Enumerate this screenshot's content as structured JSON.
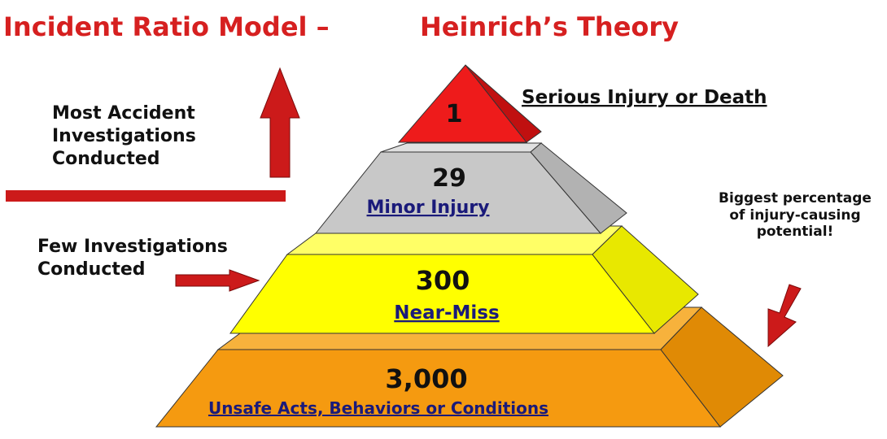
{
  "header": {
    "title_left": "Incident Ratio Model –",
    "title_right": "Heinrich’s Theory"
  },
  "left_notes": {
    "most_investigations": [
      "Most Accident",
      "Investigations",
      "Conducted"
    ],
    "few_investigations": [
      "Few Investigations",
      "Conducted"
    ]
  },
  "right_note": [
    "Biggest percentage",
    "of injury-causing",
    "potential!"
  ],
  "pyramid": {
    "tiers": [
      {
        "count": "1",
        "label": "Serious Injury or Death"
      },
      {
        "count": "29",
        "label": "Minor Injury"
      },
      {
        "count": "300",
        "label": "Near-Miss"
      },
      {
        "count": "3,000",
        "label": "Unsafe Acts, Behaviors or Conditions"
      }
    ]
  },
  "colors": {
    "title": "#d62020",
    "tier_top": "#ee1b1b",
    "tier_minor": "#c8c8c8",
    "tier_nearmiss": "#ffff00",
    "tier_base": "#f59a10",
    "arrow": "#cc1a1a"
  }
}
